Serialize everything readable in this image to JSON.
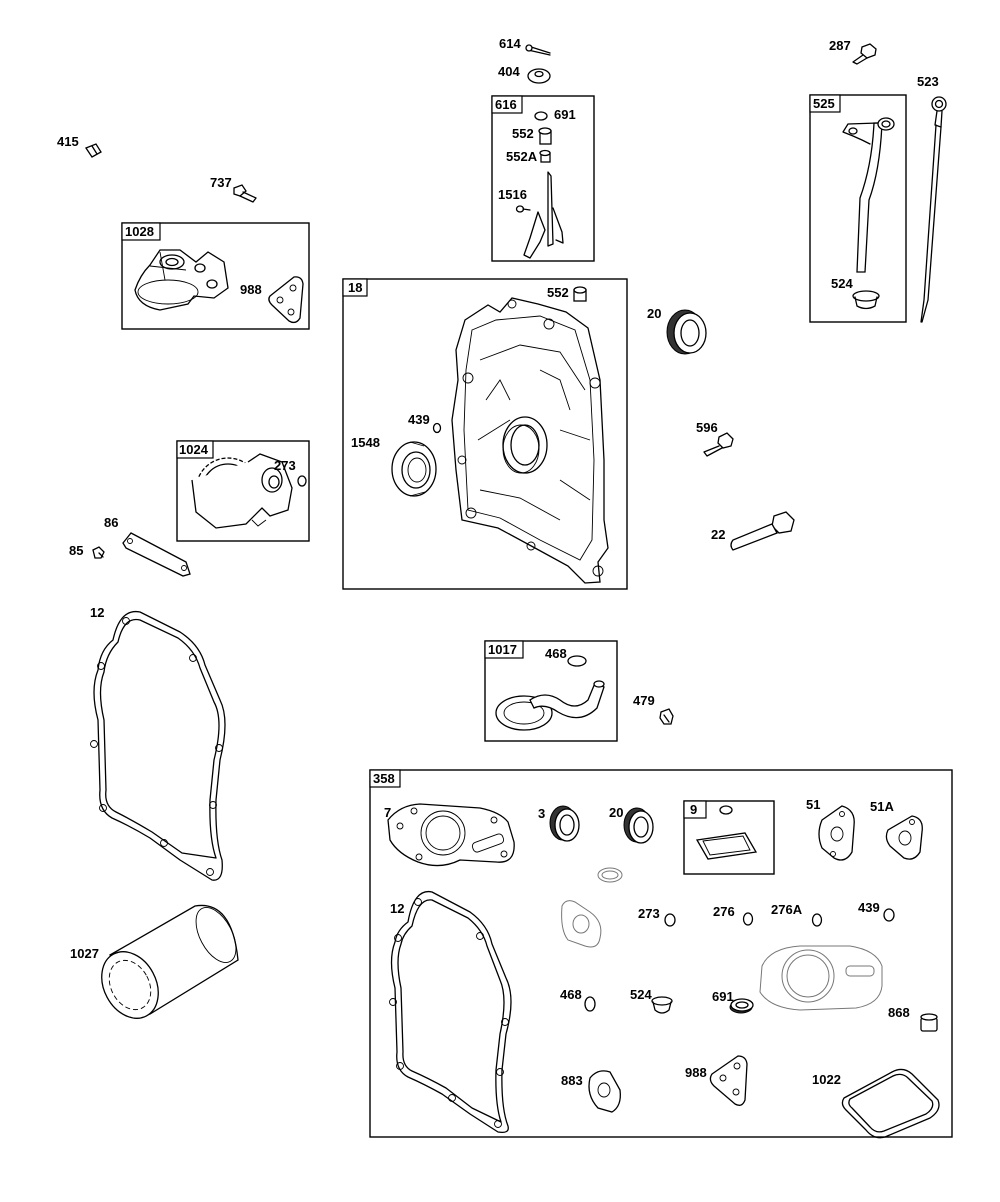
{
  "labels": {
    "l614": "614",
    "l404": "404",
    "l616": "616",
    "l691a": "691",
    "l552a": "552",
    "l552A": "552A",
    "l1516": "1516",
    "l287": "287",
    "l523": "523",
    "l525": "525",
    "l524a": "524",
    "l415": "415",
    "l737": "737",
    "l1028": "1028",
    "l988a": "988",
    "l18": "18",
    "l552b": "552",
    "l20a": "20",
    "l439a": "439",
    "l1548": "1548",
    "l596": "596",
    "l22": "22",
    "l1024": "1024",
    "l273a": "273",
    "l86": "86",
    "l85": "85",
    "l12a": "12",
    "l1017": "1017",
    "l468a": "468",
    "l479": "479",
    "l1027": "1027",
    "l358": "358",
    "l7": "7",
    "l3": "3",
    "l20b": "20",
    "l9": "9",
    "l51": "51",
    "l51A": "51A",
    "l12b": "12",
    "l273b": "273",
    "l276": "276",
    "l276A": "276A",
    "l439b": "439",
    "l468b": "468",
    "l524b": "524",
    "l691b": "691",
    "l868": "868",
    "l883": "883",
    "l988b": "988",
    "l1022": "1022"
  }
}
